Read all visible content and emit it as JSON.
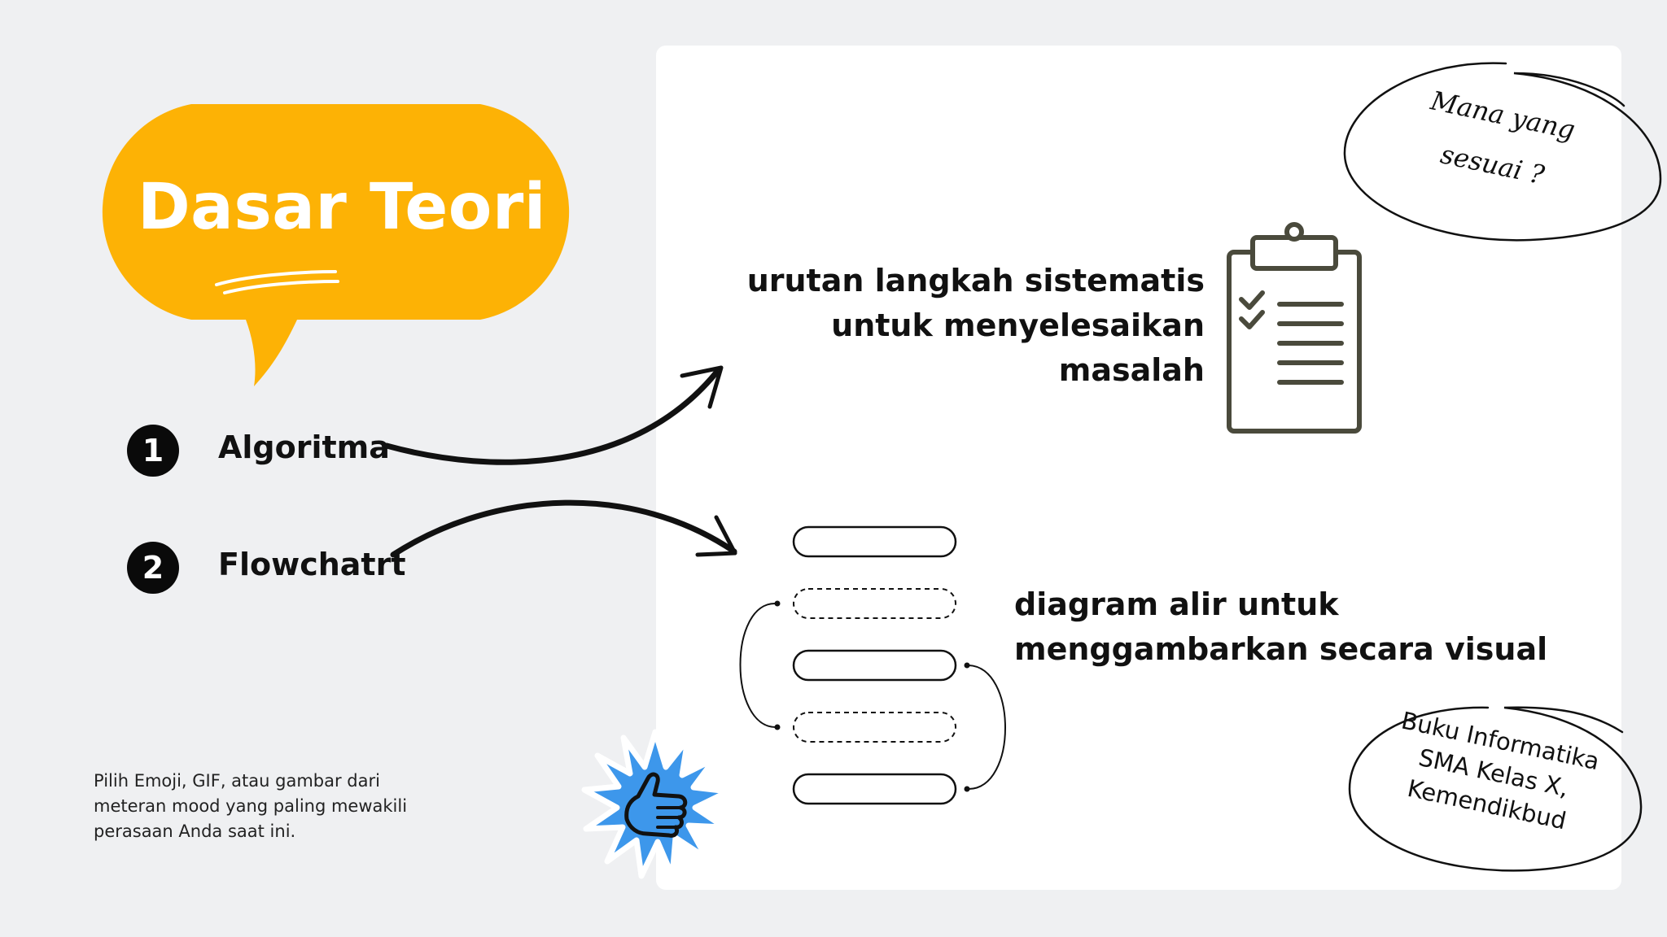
{
  "title": "Dasar Teori",
  "items": [
    {
      "number": "1",
      "label": "Algoritma"
    },
    {
      "number": "2",
      "label": "Flowchatrt"
    }
  ],
  "descriptions": {
    "algoritma": [
      "urutan langkah sistematis",
      "untuk menyelesaikan",
      "masalah"
    ],
    "flowchart": [
      "diagram alir untuk",
      "menggambarkan secara visual"
    ]
  },
  "handwritten_note": [
    "Mana yang",
    "sesuai ?"
  ],
  "reference": [
    "Buku Informatika",
    "SMA Kelas X,",
    "Kemendikbud"
  ],
  "mood_note": "Pilih Emoji, GIF, atau gambar dari meteran mood yang paling mewakili perasaan Anda saat ini.",
  "icons": [
    "clipboard-checklist-icon",
    "flowchart-diagram-icon",
    "thumbs-up-sticker-icon",
    "curved-arrow-icon"
  ],
  "colors": {
    "bubble": "#fdb205",
    "background": "#eff0f2",
    "card": "#ffffff",
    "clipboard": "#4a4a3c",
    "sticker": "#3d97eb"
  }
}
